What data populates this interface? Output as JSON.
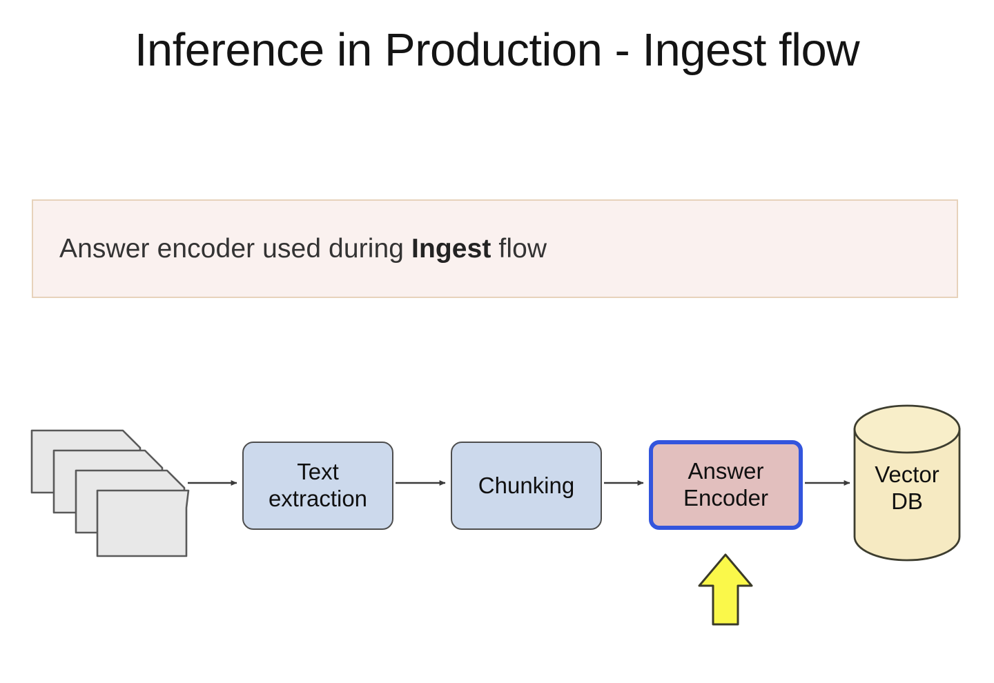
{
  "slide": {
    "title": "Inference in Production - Ingest flow",
    "background_color": "#ffffff"
  },
  "callout": {
    "name": "answer-encoder-callout",
    "text_before": "Answer encoder used during ",
    "text_bold": "Ingest",
    "text_after": " flow",
    "full_text": "Answer encoder used during Ingest flow",
    "background_color": "#faf1ef",
    "border_color": "#e7d2bb",
    "text_color": "#333333"
  },
  "diagram": {
    "type": "flowchart",
    "orientation": "left-to-right",
    "nodes": [
      {
        "id": "documents",
        "label": "",
        "shape": "document-stack",
        "count": 4,
        "fill": "#e8e8e8",
        "stroke": "#555555"
      },
      {
        "id": "text-extraction",
        "label": "Text\nextraction",
        "shape": "rounded-rectangle",
        "fill": "#ccd9ec",
        "stroke": "#4d4d4d",
        "highlighted": false
      },
      {
        "id": "chunking",
        "label": "Chunking",
        "shape": "rounded-rectangle",
        "fill": "#ccd9ec",
        "stroke": "#4d4d4d",
        "highlighted": false
      },
      {
        "id": "answer-encoder",
        "label": "Answer\nEncoder",
        "shape": "rounded-rectangle",
        "fill": "#e2bfbe",
        "stroke": "#3355dd",
        "highlighted": true
      },
      {
        "id": "vector-db",
        "label": "Vector\nDB",
        "shape": "cylinder",
        "fill": "#f6eac2",
        "stroke": "#3d3d2f",
        "highlighted": false
      }
    ],
    "edges": [
      {
        "from": "documents",
        "to": "text-extraction",
        "style": "solid-arrow"
      },
      {
        "from": "text-extraction",
        "to": "chunking",
        "style": "solid-arrow"
      },
      {
        "from": "chunking",
        "to": "answer-encoder",
        "style": "solid-arrow"
      },
      {
        "from": "answer-encoder",
        "to": "vector-db",
        "style": "solid-arrow"
      }
    ],
    "annotations": [
      {
        "id": "highlight-arrow",
        "shape": "up-arrow",
        "points_to": "answer-encoder",
        "fill": "#faf84a",
        "stroke": "#3a3a28"
      }
    ],
    "edge_color": "#3a3a3a"
  }
}
